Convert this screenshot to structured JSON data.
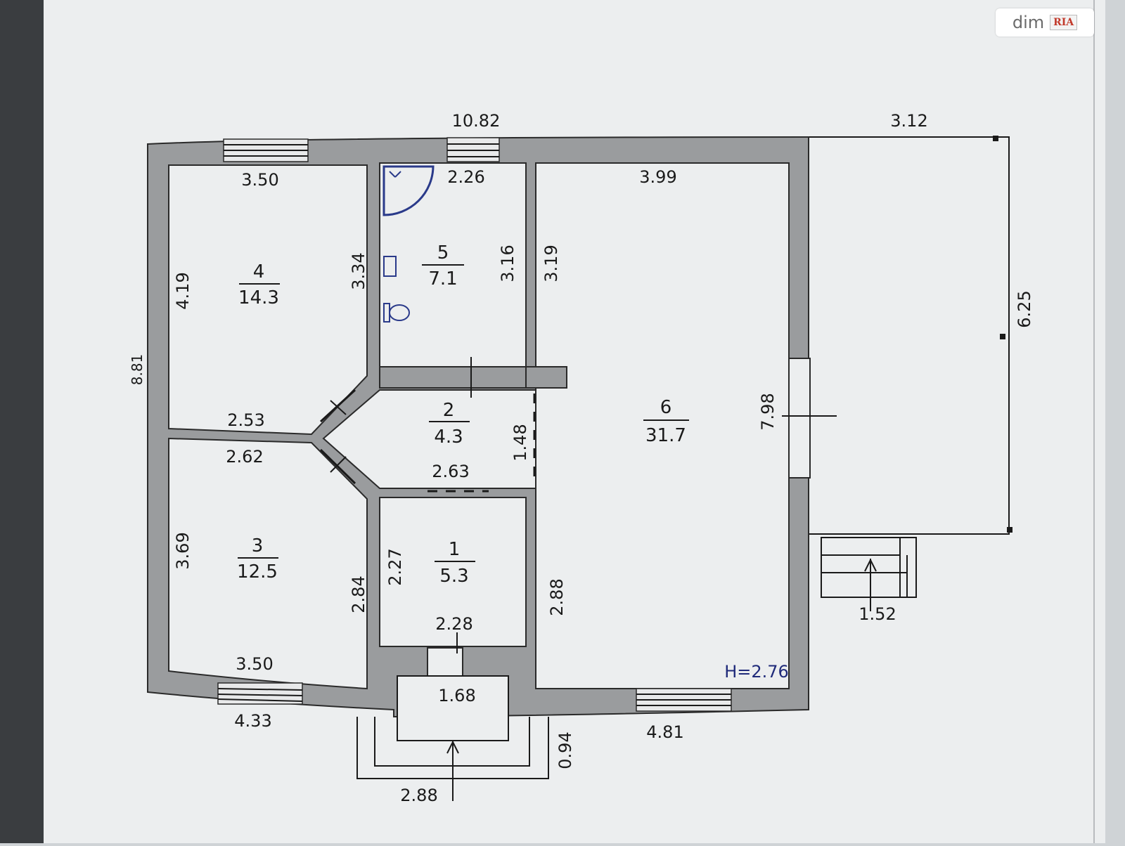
{
  "watermark": {
    "text": "dim",
    "badge": "RIA"
  },
  "dimensions": {
    "top_total": "10.82",
    "terrace_width": "3.12",
    "terrace_depth": "6.25",
    "left_total": "8.81",
    "room4_top": "3.50",
    "room4_left": "4.19",
    "room4_right": "3.34",
    "room4_bottom": "2.53",
    "room5_top": "2.26",
    "room5_right": "3.16",
    "room6_top": "3.99",
    "room6_left_upper": "3.19",
    "room6_right": "7.98",
    "room6_left_lower": "2.88",
    "room3_top": "2.62",
    "room3_left": "3.69",
    "room3_right": "2.84",
    "room3_bottom": "3.50",
    "hall_width": "2.63",
    "hall_height": "1.48",
    "room1_left": "2.27",
    "room1_bottom": "2.28",
    "porch_inner": "1.68",
    "porch_depth": "0.94",
    "porch_outer": "2.88",
    "bottom_left": "4.33",
    "bottom_right": "4.81",
    "steps_width": "1.52",
    "ceiling_height": "H=2.76"
  },
  "rooms": [
    {
      "number": "1",
      "area": "5.3"
    },
    {
      "number": "2",
      "area": "4.3"
    },
    {
      "number": "3",
      "area": "12.5"
    },
    {
      "number": "4",
      "area": "14.3"
    },
    {
      "number": "5",
      "area": "7.1"
    },
    {
      "number": "6",
      "area": "31.7"
    }
  ]
}
